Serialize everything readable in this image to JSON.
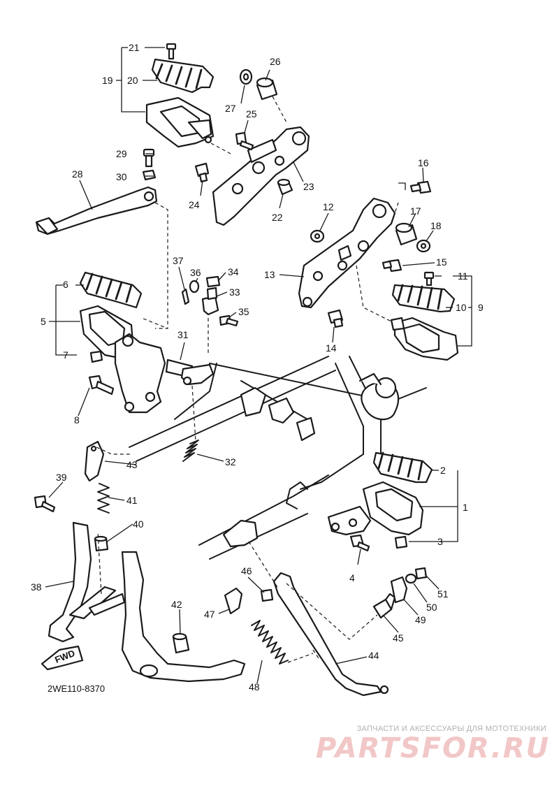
{
  "diagram_code": "2WE110-8370",
  "fwd_label": "FWD",
  "watermark": {
    "caption": "ЗАПЧАСТИ И АКСЕССУАРЫ ДЛЯ МОТОТЕХНИКИ",
    "logo": "PARTSFOR.RU"
  },
  "callouts": {
    "c1": "1",
    "c2": "2",
    "c3": "3",
    "c4": "4",
    "c5": "5",
    "c6": "6",
    "c7": "7",
    "c8": "8",
    "c9": "9",
    "c10": "10",
    "c11": "11",
    "c12": "12",
    "c13": "13",
    "c14": "14",
    "c15": "15",
    "c16": "16",
    "c17": "17",
    "c18": "18",
    "c19": "19",
    "c20": "20",
    "c21": "21",
    "c22": "22",
    "c23": "23",
    "c24": "24",
    "c25": "25",
    "c26": "26",
    "c27": "27",
    "c28": "28",
    "c29": "29",
    "c30": "30",
    "c31": "31",
    "c32": "32",
    "c33": "33",
    "c34": "34",
    "c35": "35",
    "c36": "36",
    "c37": "37",
    "c38": "38",
    "c39": "39",
    "c40": "40",
    "c41": "41",
    "c42": "42",
    "c43": "43",
    "c44": "44",
    "c45": "45",
    "c46": "46",
    "c47": "47",
    "c48": "48",
    "c49": "49",
    "c50": "50",
    "c51": "51"
  }
}
